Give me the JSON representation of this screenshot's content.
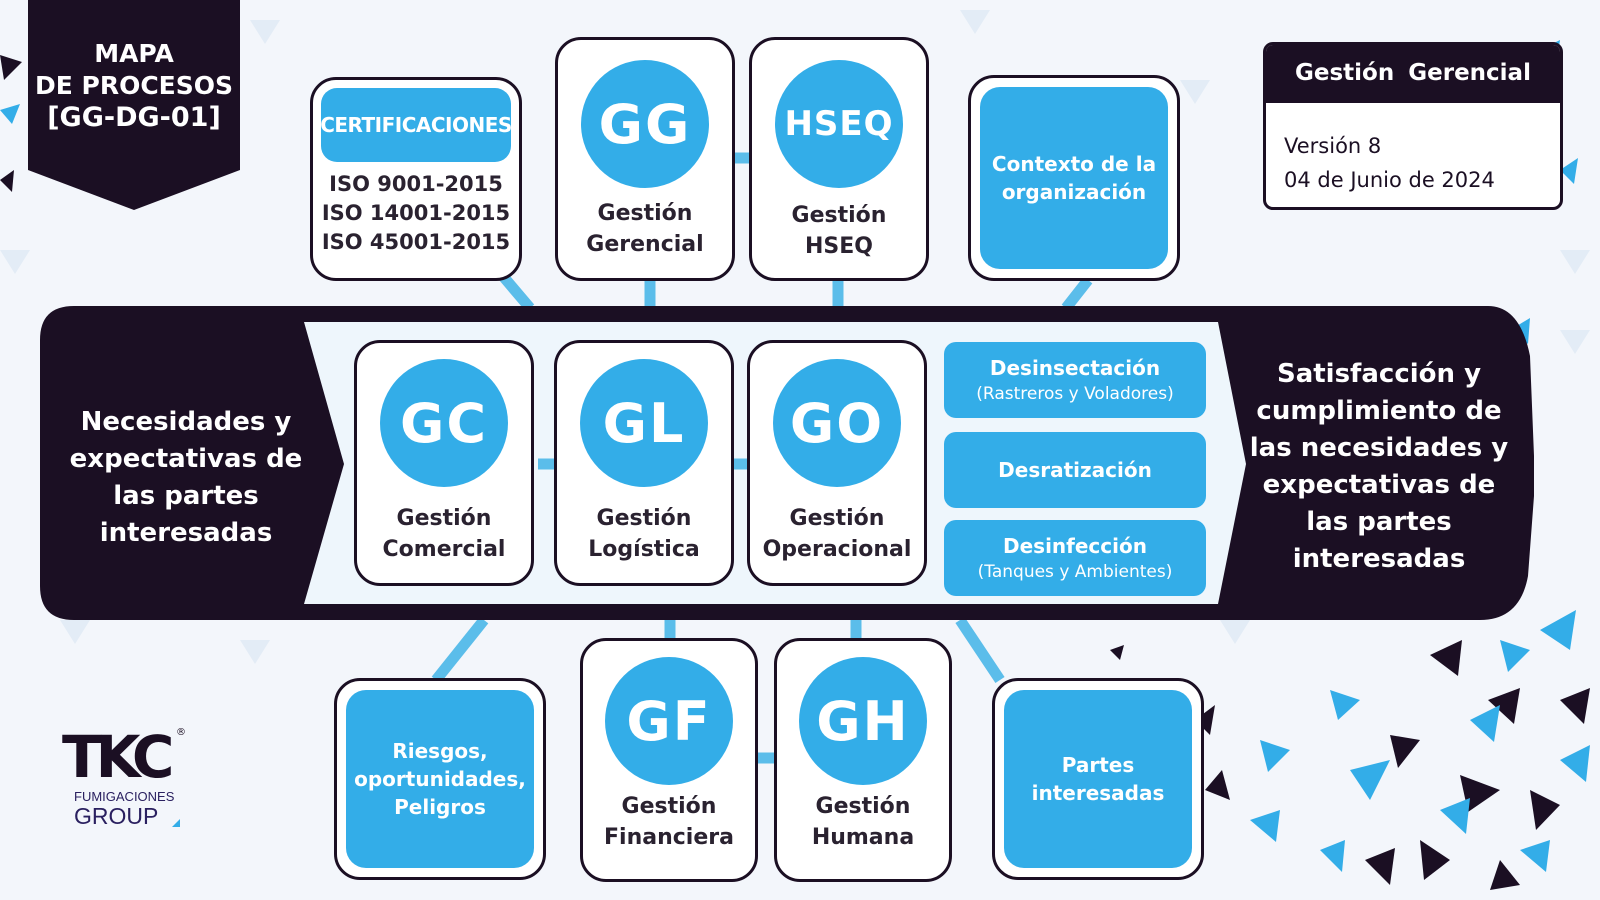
{
  "title": {
    "lines": [
      "MAPA",
      "DE PROCESOS",
      "[GG-DG-01]"
    ]
  },
  "version_box": {
    "header": "Gestión Gerencial",
    "version": "Versión 8",
    "date": "04 de Junio de 2024"
  },
  "certifications": {
    "header": "CERTIFICACIONES",
    "items": [
      "ISO 9001-2015",
      "ISO 14001-2015",
      "ISO 45001-2015"
    ]
  },
  "strategic": [
    {
      "abbr": "GG",
      "label_lines": [
        "Gestión",
        "Gerencial"
      ]
    },
    {
      "abbr": "HSEQ",
      "label_lines": [
        "Gestión",
        "HSEQ"
      ]
    }
  ],
  "context_box": {
    "lines": [
      "Contexto de la",
      "organización"
    ]
  },
  "input_text": [
    "Necesidades y",
    "expectativas de",
    "las partes",
    "interesadas"
  ],
  "output_text": [
    "Satisfacción y",
    "cumplimiento de",
    "las necesidades y",
    "expectativas de",
    "las partes",
    "interesadas"
  ],
  "core": [
    {
      "abbr": "GC",
      "label_lines": [
        "Gestión",
        "Comercial"
      ]
    },
    {
      "abbr": "GL",
      "label_lines": [
        "Gestión",
        "Logística"
      ]
    },
    {
      "abbr": "GO",
      "label_lines": [
        "Gestión",
        "Operacional"
      ]
    }
  ],
  "operations": [
    {
      "title": "Desinsectación",
      "subtitle": "(Rastreros y Voladores)"
    },
    {
      "title": "Desratización",
      "subtitle": ""
    },
    {
      "title": "Desinfección",
      "subtitle": "(Tanques y Ambientes)"
    }
  ],
  "support": [
    {
      "abbr": "GF",
      "label_lines": [
        "Gestión",
        "Financiera"
      ]
    },
    {
      "abbr": "GH",
      "label_lines": [
        "Gestión",
        "Humana"
      ]
    }
  ],
  "risks_box": {
    "lines": [
      "Riesgos,",
      "oportunidades,",
      "Peligros"
    ]
  },
  "stakeholders_box": {
    "lines": [
      "Partes",
      "interesadas"
    ]
  },
  "logo": {
    "mark": "TKC",
    "registered": "®",
    "line1": "FUMIGACIONES",
    "line2": "GROUP"
  },
  "colors": {
    "dark": "#1b0f23",
    "accent": "#33ade8",
    "background": "#f3f6fb",
    "band_inner": "#eef6fc"
  }
}
